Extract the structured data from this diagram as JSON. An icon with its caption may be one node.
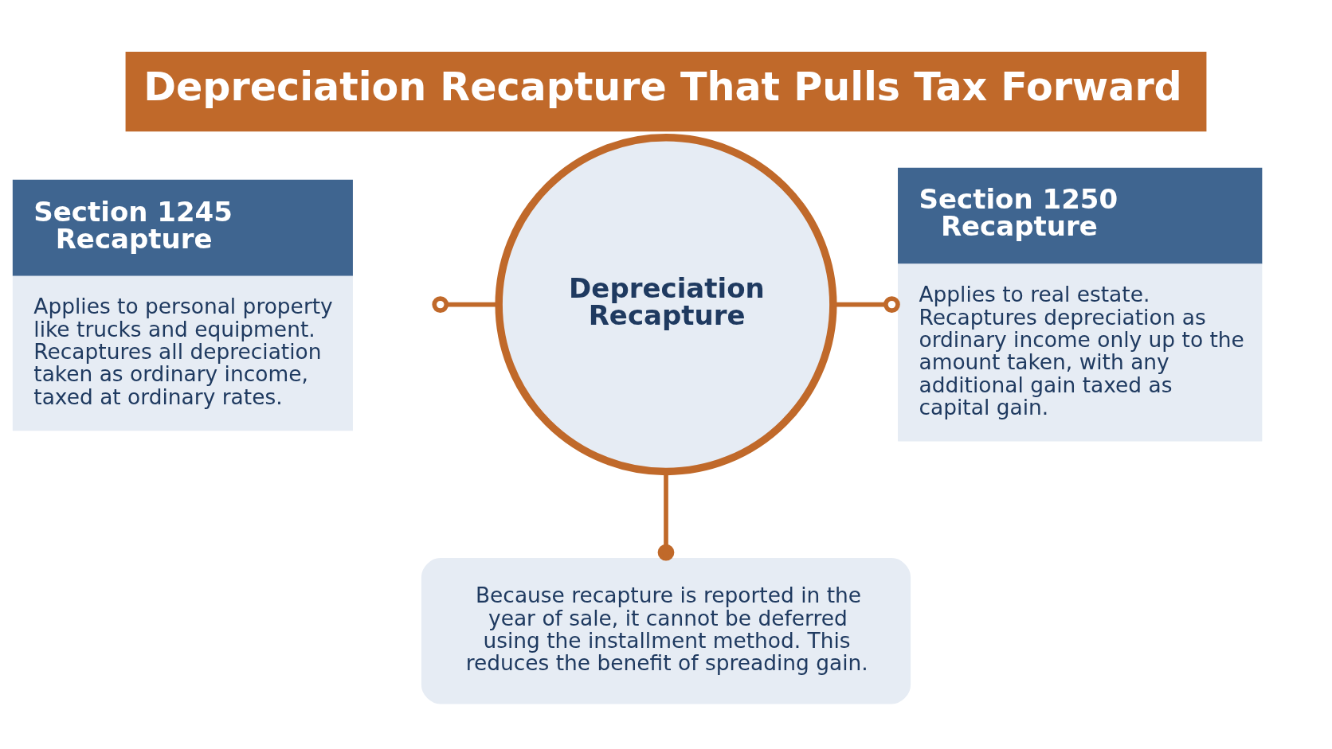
{
  "diagram": {
    "title": "Depreciation Recapture That Pulls Tax Forward",
    "nodes": [
      {
        "text": [
          "Depreciation Recapture"
        ]
      },
      {
        "text": [
          "Section 1245 Recapture",
          "Applies to personal property like trucks and equipment. Recaptures all depreciation taken as ordinary income, taxed at ordinary rates."
        ]
      },
      {
        "text": [
          "Section 1250 Recapture",
          "Applies to real estate. Recaptures depreciation as ordinary income only up to the amount taken, with any additional gain taxed as capital gain."
        ]
      },
      {
        "text": [
          "Because recapture is reported in the year of sale, it cannot be deferred using the installment method. This reduces the benefit of spreading gain."
        ]
      }
    ],
    "edges": [
      {
        "from": 1,
        "to": 0,
        "arrow": "other"
      },
      {
        "from": 0,
        "to": 2,
        "arrow": "other"
      },
      {
        "from": 0,
        "to": 3,
        "arrow": "other"
      }
    ]
  }
}
